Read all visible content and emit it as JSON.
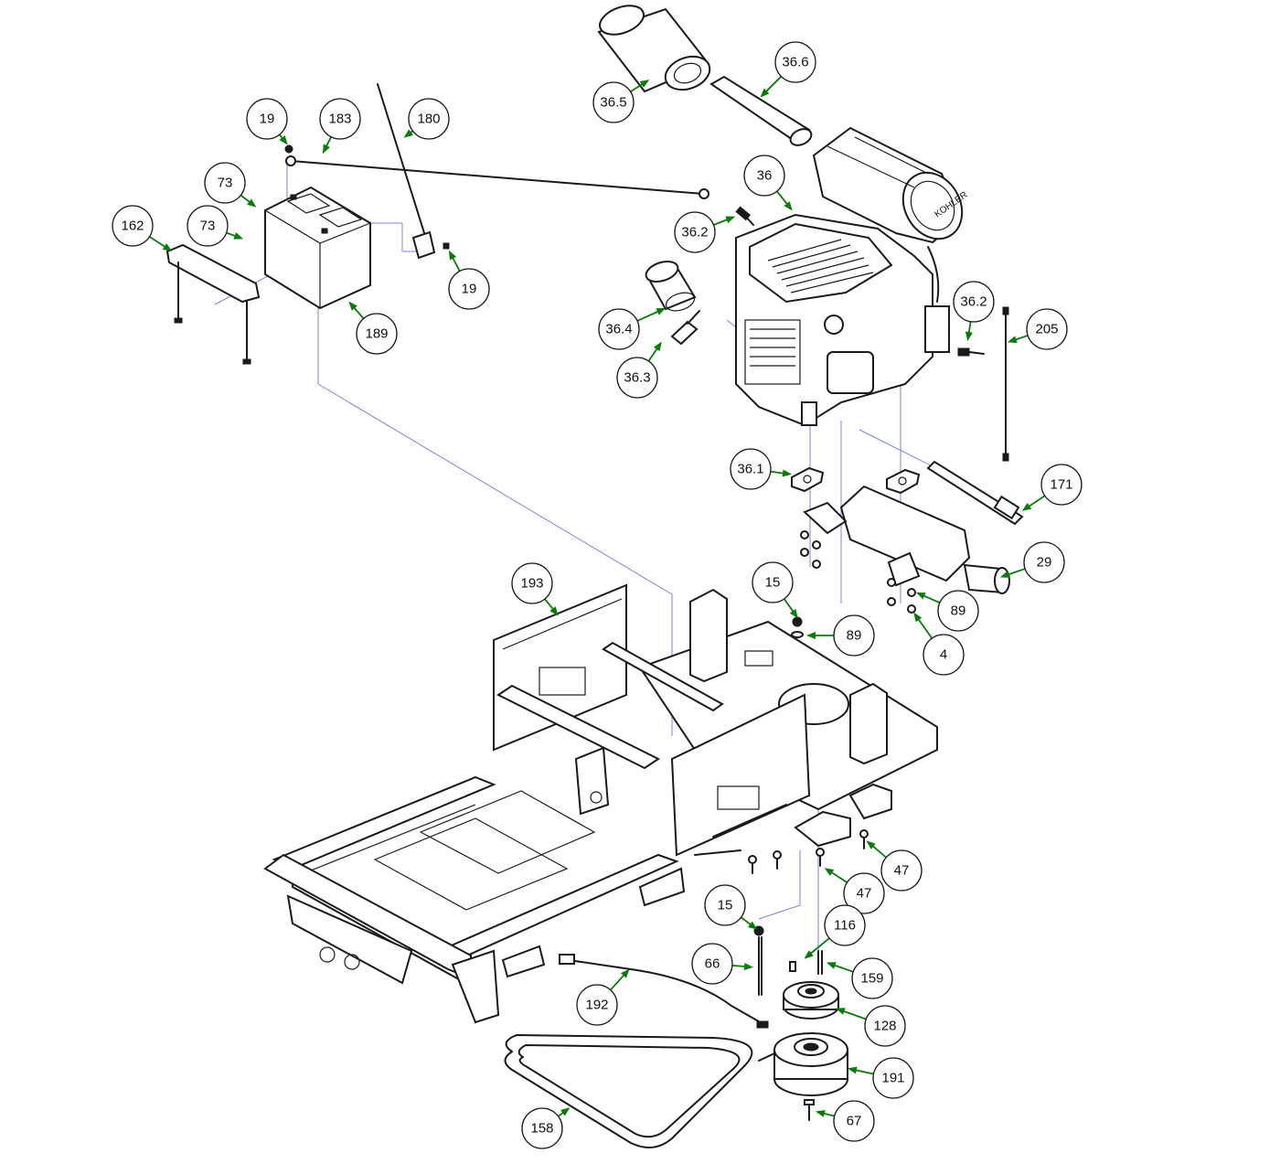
{
  "callouts": [
    {
      "label": "19",
      "leader": "down"
    },
    {
      "label": "183",
      "leader": "down-left"
    },
    {
      "label": "180",
      "leader": "down-left"
    },
    {
      "label": "73",
      "leader": "down-right"
    },
    {
      "label": "162",
      "leader": "down-right"
    },
    {
      "label": "73",
      "leader": "right"
    },
    {
      "label": "19",
      "leader": "up-left"
    },
    {
      "label": "189",
      "leader": "up-left"
    },
    {
      "label": "36.5",
      "leader": "up-right"
    },
    {
      "label": "36.6",
      "leader": "down-left"
    },
    {
      "label": "36",
      "leader": "down-right"
    },
    {
      "label": "36.2",
      "leader": "up-right"
    },
    {
      "label": "36.4",
      "leader": "up-right"
    },
    {
      "label": "36.3",
      "leader": "up-right"
    },
    {
      "label": "36.2",
      "leader": "down"
    },
    {
      "label": "205",
      "leader": "left"
    },
    {
      "label": "36.1",
      "leader": "right"
    },
    {
      "label": "171",
      "leader": "down-left"
    },
    {
      "label": "29",
      "leader": "left"
    },
    {
      "label": "15",
      "leader": "down"
    },
    {
      "label": "89",
      "leader": "left"
    },
    {
      "label": "89",
      "leader": "up-left"
    },
    {
      "label": "4",
      "leader": "up-left"
    },
    {
      "label": "193",
      "leader": "down-right"
    },
    {
      "label": "47",
      "leader": "up-left"
    },
    {
      "label": "47",
      "leader": "up-left"
    },
    {
      "label": "15",
      "leader": "down-right"
    },
    {
      "label": "116",
      "leader": "down-left"
    },
    {
      "label": "66",
      "leader": "right"
    },
    {
      "label": "159",
      "leader": "up-left"
    },
    {
      "label": "192",
      "leader": "up-right"
    },
    {
      "label": "128",
      "leader": "up-left"
    },
    {
      "label": "191",
      "leader": "left"
    },
    {
      "label": "158",
      "leader": "up-right"
    },
    {
      "label": "67",
      "leader": "left"
    }
  ],
  "colors": {
    "leader": "#0a7a0a",
    "guide_line": "#8080e0",
    "line_art": "#1a1a1a"
  },
  "brand_marking": "KOHLER"
}
